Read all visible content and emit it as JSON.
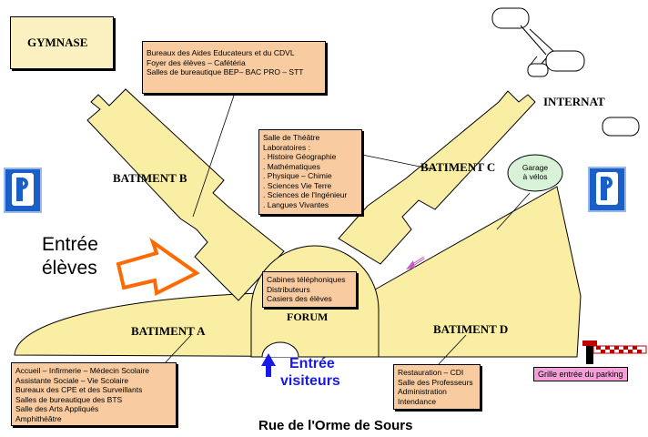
{
  "labels": {
    "gymnase": "GYMNASE",
    "batiment_b": "BATIMENT B",
    "batiment_c": "BATIMENT C",
    "batiment_a": "BATIMENT A",
    "batiment_d": "BATIMENT D",
    "forum": "FORUM",
    "internat": "INTERNAT",
    "garage_line1": "Garage",
    "garage_line2": "à vélos"
  },
  "boxes": {
    "batiment_b": [
      "Bureaux des Aides Educateurs et du CDVL",
      "Foyer des élèves – Cafétéria",
      "Salles de bureautique BEP– BAC PRO – STT"
    ],
    "batiment_c": [
      "Salle de Théâtre",
      "Laboratoires :",
      ". Histoire Géographie",
      ". Mathématiques",
      ". Physique – Chimie",
      ". Sciences Vie Terre",
      ". Sciences de l'Ingénieur",
      ". Langues Vivantes"
    ],
    "forum": [
      "Cabines téléphoniques",
      "Distributeurs",
      "Casiers des élèves"
    ],
    "batiment_a": [
      "Accueil – Infirmerie – Médecin Scolaire",
      "Assistante Sociale – Vie Scolaire",
      "Bureaux des CPE et des Surveillants",
      "Salles de bureautique des BTS",
      "Salle des Arts Appliqués",
      "Amphithéâtre"
    ],
    "batiment_d": [
      "Restauration – CDI",
      "Salle des Professeurs",
      "Administration",
      "Intendance"
    ]
  },
  "entrances": {
    "eleves_line1": "Entrée",
    "eleves_line2": "élèves",
    "visiteurs_line1": "Entrée",
    "visiteurs_line2": "visiteurs"
  },
  "street": "Rue de l'Orme de Sours",
  "parking_gate": "Grille entrée du parking",
  "icons": [
    "parking-sign-icon",
    "entry-arrow-icon",
    "visitor-arrow-icon",
    "barrier-gate-icon"
  ],
  "colors": {
    "building_fill": "#faeea5",
    "info_box_fill": "#f8cba0",
    "gate_fill": "#f4a0d8",
    "parking_blue": "#1a5ec8",
    "visitor_blue": "#1a1ae6",
    "student_arrow": "#ff6a00",
    "garage_fill": "#d8f2d8"
  }
}
